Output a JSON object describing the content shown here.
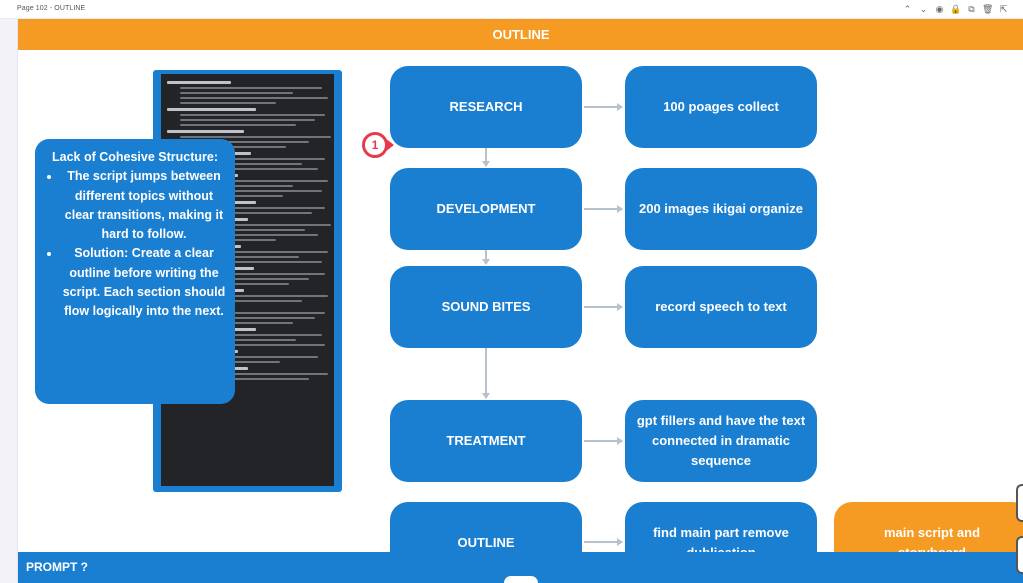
{
  "topbar": {
    "page_label": "Page 102 - OUTLINE",
    "tools": [
      {
        "icon": "chevron-up-icon",
        "glyph": "⌃"
      },
      {
        "icon": "chevron-down-icon",
        "glyph": "⌄"
      },
      {
        "icon": "eye-icon",
        "glyph": "◉"
      },
      {
        "icon": "lock-icon",
        "glyph": "🔒"
      },
      {
        "icon": "duplicate-icon",
        "glyph": "⧉"
      },
      {
        "icon": "trash-icon",
        "glyph": "🗑"
      },
      {
        "icon": "add-page-icon",
        "glyph": "⇱"
      }
    ]
  },
  "slide": {
    "header": "OUTLINE",
    "footer": "PROMPT ?",
    "badge": "1",
    "callout": {
      "title": "Lack of Cohesive Structure:",
      "bullets": [
        "The script jumps between different topics without clear transitions, making it hard to follow.",
        "Solution: Create a clear outline before writing the script. Each section should flow logically into the next."
      ]
    },
    "steps": [
      {
        "label": "RESEARCH",
        "detail": "100 poages collect"
      },
      {
        "label": "DEVELOPMENT",
        "detail": "200 images ikigai organize"
      },
      {
        "label": "SOUND BITES",
        "detail": "record speech to text"
      },
      {
        "label": "TREATMENT",
        "detail": "gpt fillers and have the text connected in dramatic sequence"
      },
      {
        "label": "OUTLINE",
        "detail": "find main part remove dublication"
      }
    ],
    "final": "main script and storyboard"
  },
  "colors": {
    "accent_orange": "#f59a23",
    "accent_blue": "#1a7ed1",
    "badge_red": "#e8394b"
  }
}
